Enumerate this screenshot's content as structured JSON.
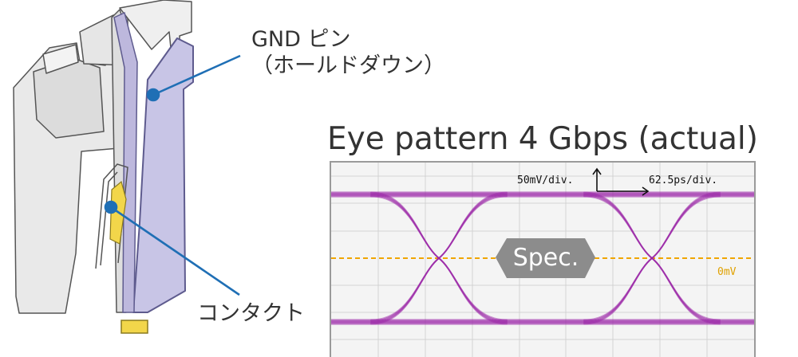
{
  "callouts": {
    "gnd_pin": {
      "line1": "GND ピン",
      "line2": "（ホールドダウン）"
    },
    "contact": "コンタクト"
  },
  "eye_diagram": {
    "title": "Eye pattern 4 Gbps (actual)",
    "vertical_scale": "50mV/div.",
    "time_scale": "62.5ps/div.",
    "zero_level_label": "0mV",
    "mask_label": "Spec.",
    "colors": {
      "trace": "#9b27a8",
      "zero_line": "#f0a500",
      "mask": "#8c8c8c",
      "grid": "#d3d3d3",
      "callout_line": "#1f6fb5"
    }
  }
}
